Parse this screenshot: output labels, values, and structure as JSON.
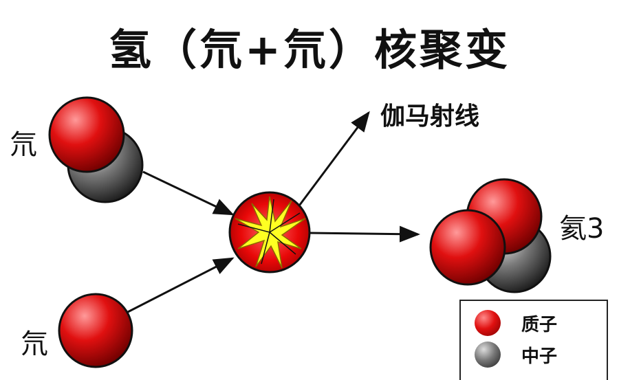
{
  "title": "氢（氘+氘）核聚变",
  "labels": {
    "deuterium": "氘",
    "tritium": "氘",
    "gamma": "伽马射线",
    "helium": "氦3"
  },
  "legend": {
    "proton": "质子",
    "neutron": "中子"
  },
  "colors": {
    "proton": "#e01010",
    "neutron": "#777777",
    "flash": "#ffff22",
    "outline": "#111111"
  }
}
